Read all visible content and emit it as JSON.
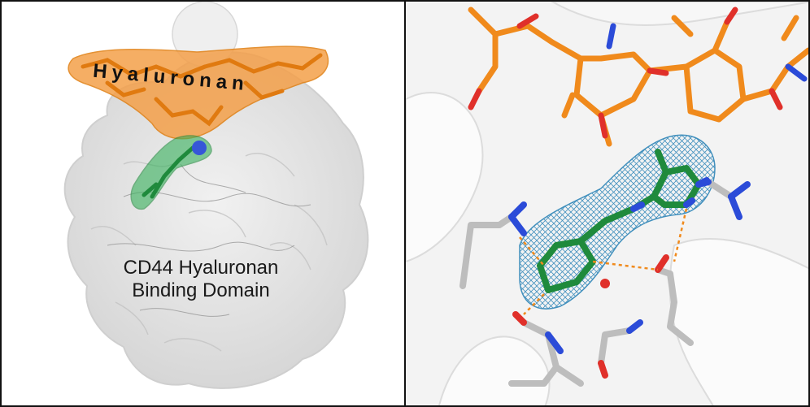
{
  "left_panel": {
    "ligand_label": "Hyaluronan",
    "domain_label_line1": "CD44 Hyaluronan",
    "domain_label_line2": "Binding Domain"
  },
  "colors": {
    "hyaluronan": "#f08a1c",
    "ligand": "#1f8a3c",
    "nitrogen": "#2b4bd8",
    "oxygen": "#e0302a",
    "protein_surface": "#e4e4e4",
    "electron_density_mesh": "#2f86b8",
    "residue_carbon": "#bdbdbd"
  }
}
